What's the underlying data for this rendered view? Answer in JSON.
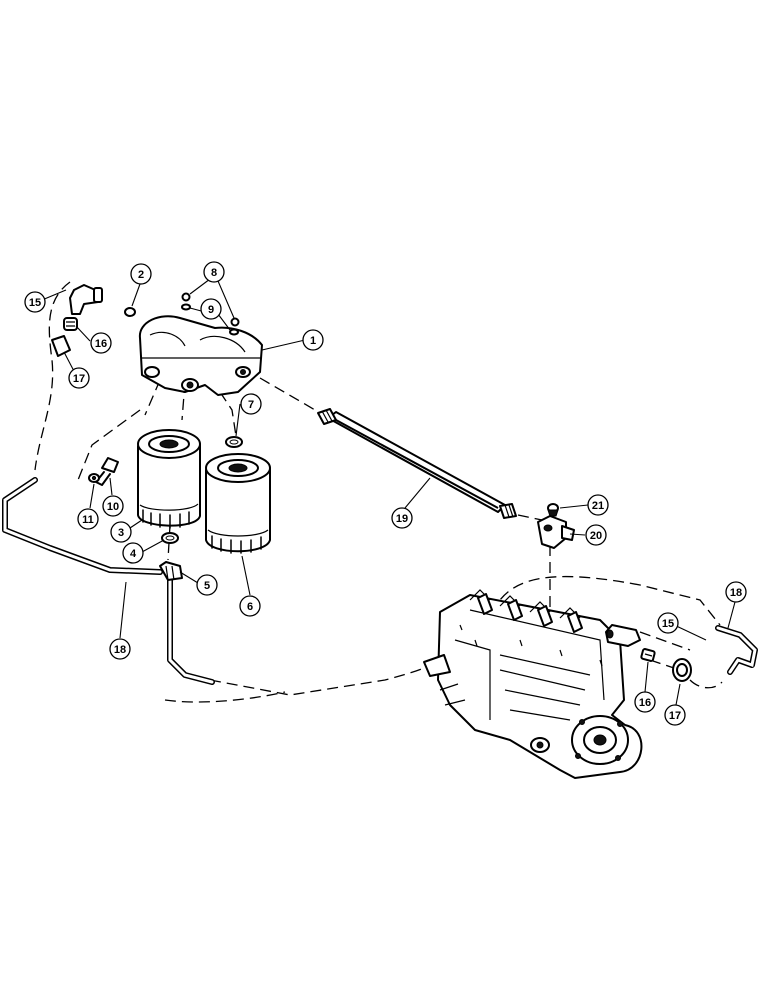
{
  "callouts": [
    {
      "id": "c1",
      "label": "1"
    },
    {
      "id": "c2",
      "label": "2"
    },
    {
      "id": "c3",
      "label": "3"
    },
    {
      "id": "c4",
      "label": "4"
    },
    {
      "id": "c5",
      "label": "5"
    },
    {
      "id": "c6",
      "label": "6"
    },
    {
      "id": "c7",
      "label": "7"
    },
    {
      "id": "c8",
      "label": "8"
    },
    {
      "id": "c9",
      "label": "9"
    },
    {
      "id": "c10",
      "label": "10"
    },
    {
      "id": "c11",
      "label": "11"
    },
    {
      "id": "c15a",
      "label": "15"
    },
    {
      "id": "c16a",
      "label": "16"
    },
    {
      "id": "c17a",
      "label": "17"
    },
    {
      "id": "c18a",
      "label": "18"
    },
    {
      "id": "c19",
      "label": "19"
    },
    {
      "id": "c20",
      "label": "20"
    },
    {
      "id": "c21",
      "label": "21"
    },
    {
      "id": "c18b",
      "label": "18"
    },
    {
      "id": "c15b",
      "label": "15"
    },
    {
      "id": "c16b",
      "label": "16"
    },
    {
      "id": "c17b",
      "label": "17"
    }
  ],
  "icons": [
    "filter-head-icon",
    "filter-cartridge-icon",
    "injection-pump-icon",
    "fuel-line-icon",
    "fitting-icon"
  ]
}
